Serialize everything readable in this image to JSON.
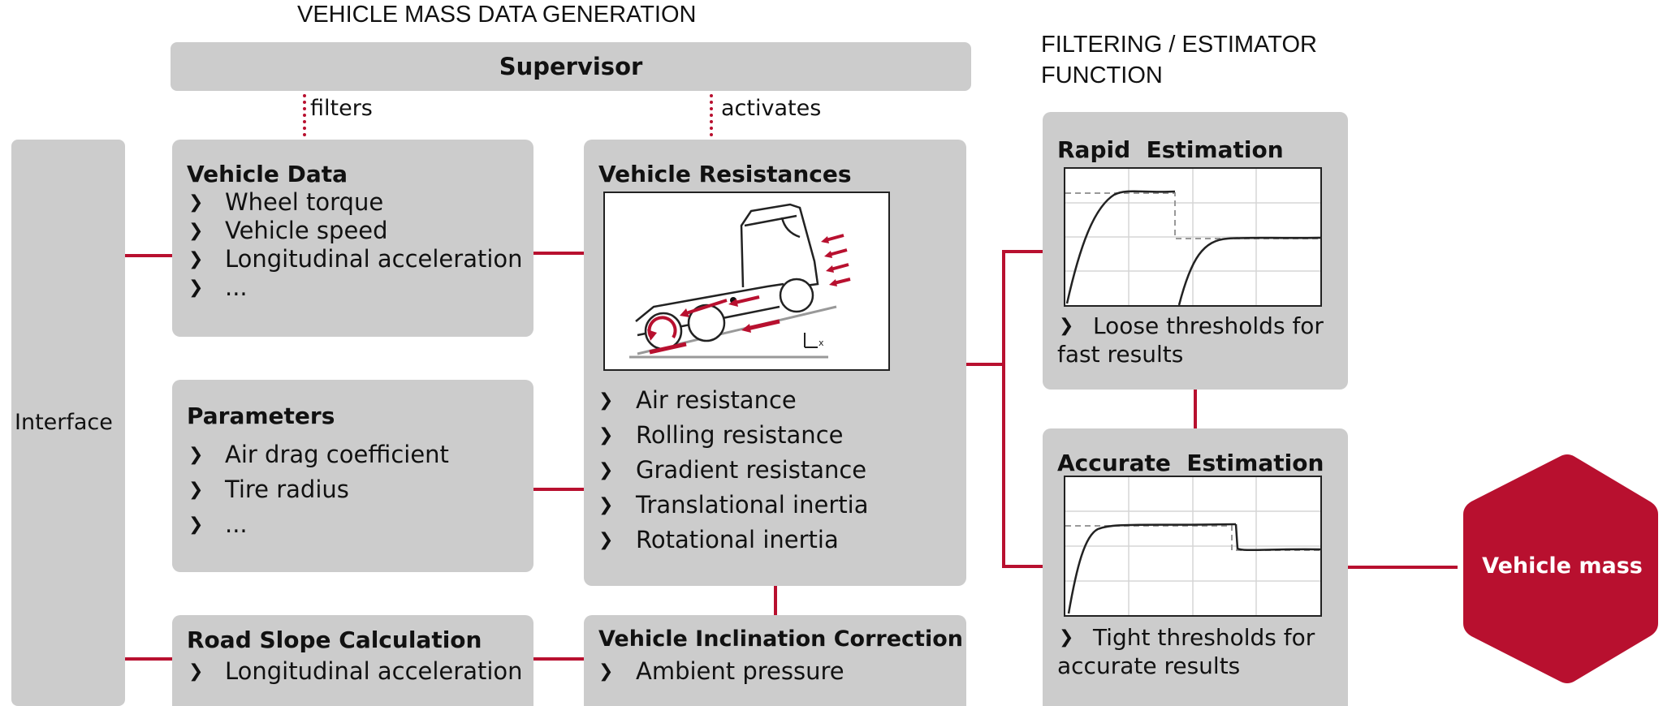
{
  "headings": {
    "generation": "VEHICLE MASS DATA GENERATION",
    "filtering": "FILTERING / ESTIMATOR\nFUNCTION"
  },
  "supervisor": {
    "label": "Supervisor",
    "filters_label": "filters",
    "activates_label": "activates"
  },
  "interface": {
    "label": "Interface"
  },
  "vehicle_data": {
    "title": "Vehicle Data",
    "items": [
      "Wheel torque",
      "Vehicle speed",
      "Longitudinal acceleration",
      "..."
    ]
  },
  "parameters": {
    "title": "Parameters",
    "items": [
      "Air drag coefficient",
      "Tire radius",
      "..."
    ]
  },
  "road_slope": {
    "title": "Road Slope Calculation",
    "items": [
      "Longitudinal acceleration"
    ]
  },
  "vehicle_resistances": {
    "title": "Vehicle Resistances",
    "items": [
      "Air resistance",
      "Rolling resistance",
      "Gradient resistance",
      "Translational inertia",
      "Rotational inertia"
    ],
    "axis_label": "x"
  },
  "inclination": {
    "title": "Vehicle Inclination Correction",
    "items": [
      "Ambient pressure"
    ]
  },
  "rapid": {
    "title": "Rapid  Estimation",
    "desc": "Loose thresholds for\nfast results"
  },
  "accurate": {
    "title": "Accurate  Estimation",
    "desc": "Tight thresholds for\naccurate results"
  },
  "output": {
    "label": "Vehicle mass"
  },
  "bullet_glyph": "❯",
  "colors": {
    "box": "#cccccc",
    "accent": "#b8102f",
    "text": "#111111"
  }
}
